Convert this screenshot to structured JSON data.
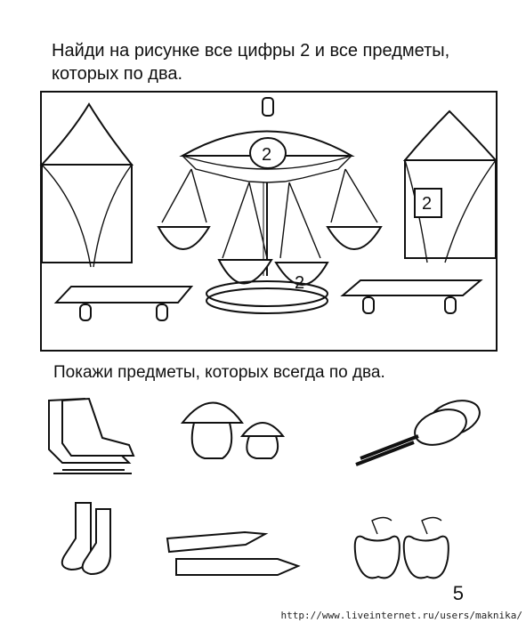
{
  "task": {
    "line1": "Найди на рисунке все цифры 2 и все предметы,",
    "line2": "которых по два."
  },
  "scene_numbers": {
    "carousel": "2",
    "tent": "2",
    "seat": "2"
  },
  "section2": {
    "title": "Покажи предметы, которых всегда по два."
  },
  "page_number": "5",
  "watermark": "http://www.liveinternet.ru/users/maknika/"
}
